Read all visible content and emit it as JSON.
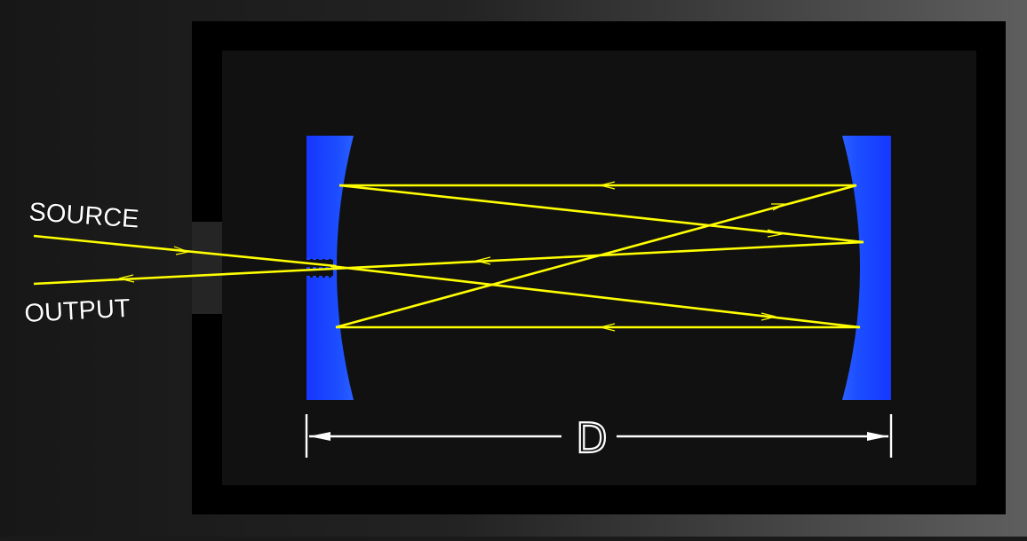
{
  "labels": {
    "source": "SOURCE",
    "output": "OUTPUT",
    "distance": "D"
  },
  "colors": {
    "background_left": "#191919",
    "background_right": "#5a5a5a",
    "chamber_wall": "#000000",
    "chamber_interior": "#111111",
    "port": "#2a2a2a",
    "mirror": "#1a44ff",
    "beam": "#ffff00",
    "dimension_line": "#ffffff",
    "label_text": "#ffffff"
  }
}
